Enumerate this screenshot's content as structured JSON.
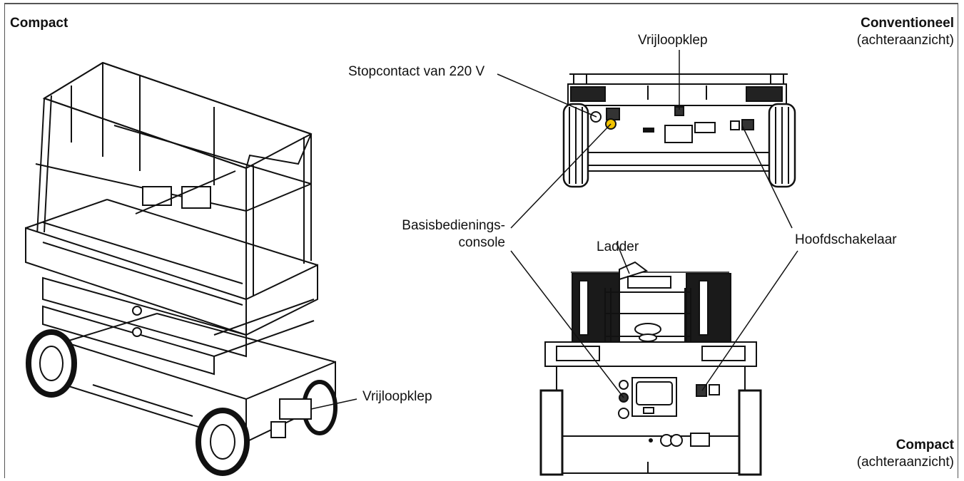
{
  "sections": {
    "left_title": "Compact",
    "top_right_title": "Conventioneel",
    "top_right_subtitle": "(achteraanzicht)",
    "bottom_right_title": "Compact",
    "bottom_right_subtitle": "(achteraanzicht)"
  },
  "callouts": {
    "stopcontact": "Stopcontact van 220 V",
    "vrijloopklep_top": "Vrijloopklep",
    "vrijloopklep_left": "Vrijloopklep",
    "basis_line1": "Basisbedienings-",
    "basis_line2": "console",
    "ladder": "Ladder",
    "hoofdschakelaar": "Hoofdschakelaar"
  },
  "colors": {
    "line": "#111111",
    "frame": "#555555",
    "highlight_yellow": "#f2c300"
  }
}
